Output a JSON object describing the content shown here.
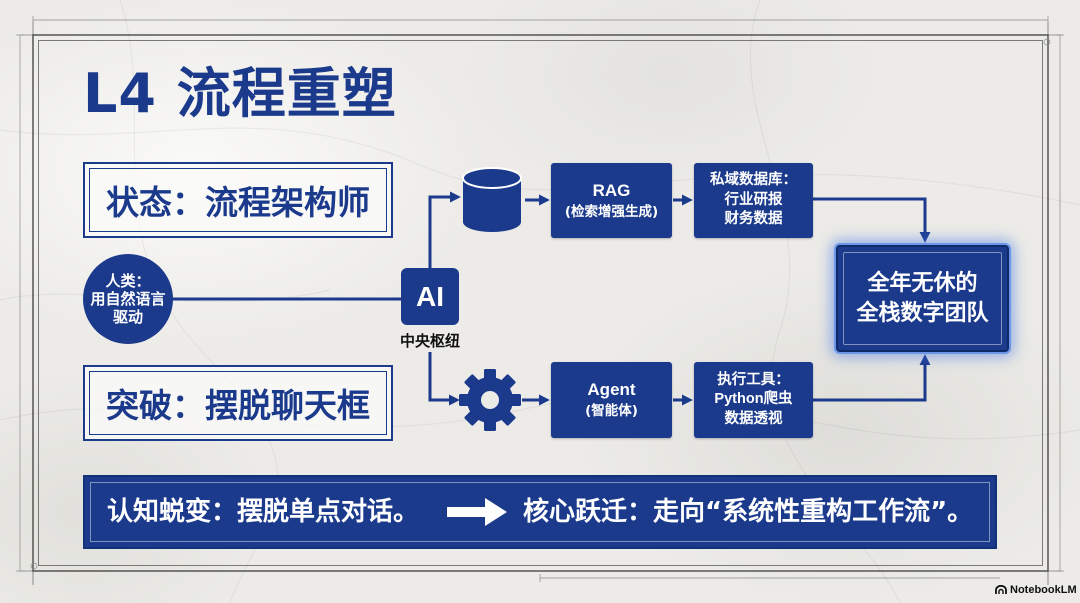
{
  "title": "L4 流程重塑",
  "roles": {
    "state": "状态：流程架构师",
    "breakthrough": "突破：摆脱聊天框"
  },
  "human": {
    "lines": [
      "人类：",
      "用自然语言",
      "驱动"
    ]
  },
  "hub": {
    "label": "AI",
    "caption": "中央枢纽"
  },
  "upper_path": {
    "icon": "database-icon",
    "module": {
      "title": "RAG",
      "subtitle": "(检索增强生成)"
    },
    "resource": {
      "title": "私域数据库：",
      "items": [
        "行业研报",
        "财务数据"
      ]
    }
  },
  "lower_path": {
    "icon": "gear-icon",
    "module": {
      "title": "Agent",
      "subtitle": "(智能体)"
    },
    "resource": {
      "title": "执行工具：",
      "items": [
        "Python爬虫",
        "数据透视"
      ]
    }
  },
  "outcome": {
    "lines": [
      "全年无休的",
      "全栈数字团队"
    ]
  },
  "banner": {
    "from": "认知蜕变：摆脱单点对话。",
    "arrow_icon": "arrow-right-icon",
    "to": "核心跃迁：走向“系统性重构工作流”。"
  },
  "brand": {
    "icon": "notebooklm-logo-icon",
    "name": "NotebookLM"
  },
  "colors": {
    "primary": "#1b3a8c",
    "background": "#ecebe7",
    "glow": "#4a7be0",
    "text_dark": "#111111",
    "text_light": "#ffffff"
  }
}
